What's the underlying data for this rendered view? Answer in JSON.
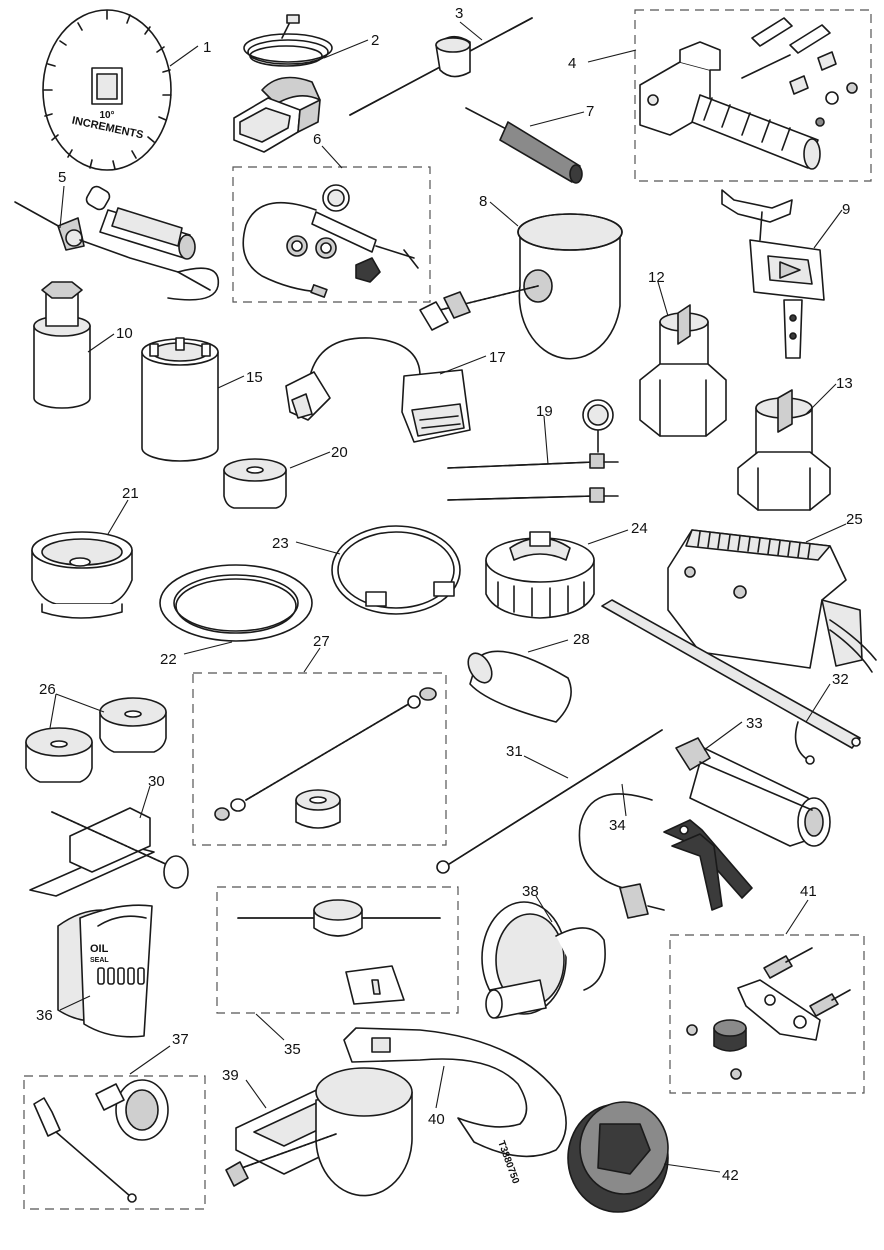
{
  "diagram": {
    "callouts": [
      "1",
      "2",
      "3",
      "4",
      "5",
      "6",
      "7",
      "8",
      "9",
      "10",
      "12",
      "13",
      "15",
      "17",
      "19",
      "20",
      "21",
      "22",
      "23",
      "24",
      "25",
      "26",
      "27",
      "28",
      "30",
      "31",
      "32",
      "33",
      "34",
      "35",
      "36",
      "37",
      "38",
      "39",
      "40",
      "41",
      "42"
    ],
    "markings": {
      "dial_degrees": "10°",
      "dial_increments": "INCREMENTS",
      "oil_seal_oil": "OIL",
      "oil_seal_seal": "SEAL",
      "spanner_part_no": "T3880750"
    }
  }
}
